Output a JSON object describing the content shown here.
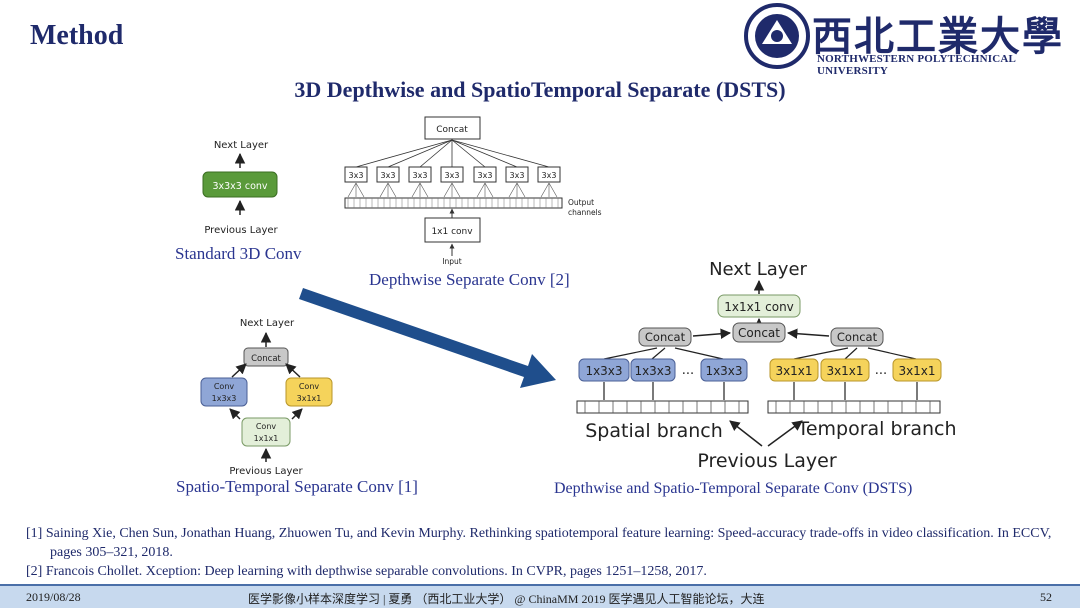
{
  "header": {
    "heading": "Method",
    "university_cn": "西北工業大學",
    "university_en": "NORTHWESTERN POLYTECHNICAL UNIVERSITY"
  },
  "title": "3D Depthwise and SpatioTemporal Separate (DSTS)",
  "diagrams": {
    "standard": {
      "next": "Next Layer",
      "conv": "3x3x3 conv",
      "prev": "Previous Layer",
      "caption": "Standard 3D Conv"
    },
    "depthwise": {
      "concat": "Concat",
      "kernel": "3x3",
      "output": "Output",
      "channels": "channels",
      "pointwise": "1x1 conv",
      "input": "Input",
      "caption": "Depthwise Separate Conv [2]"
    },
    "spatiotemporal": {
      "next": "Next Layer",
      "concat": "Concat",
      "conv": "Conv",
      "k_spatial": "1x3x3",
      "k_temporal": "3x1x1",
      "k_point": "1x1x1",
      "prev": "Previous Layer",
      "caption": "Spatio-Temporal Separate Conv [1]"
    },
    "dsts": {
      "next": "Next Layer",
      "pointwise": "1x1x1 conv",
      "concat": "Concat",
      "k_spatial": "1x3x3",
      "k_temporal": "3x1x1",
      "dots": "...",
      "spatial_branch": "Spatial branch",
      "temporal_branch": "Temporal branch",
      "prev": "Previous Layer",
      "caption": "Depthwise and Spatio-Temporal Separate Conv (DSTS)"
    }
  },
  "references": [
    "[1] Saining Xie, Chen Sun, Jonathan Huang, Zhuowen Tu, and Kevin Murphy. Rethinking spatiotemporal feature learning: Speed-accuracy trade-offs in video classification. In ECCV, pages 305–321, 2018.",
    "[2] Francois Chollet. Xception: Deep learning with depthwise separable convolutions. In CVPR, pages 1251–1258, 2017."
  ],
  "footer": {
    "date": "2019/08/28",
    "center": "医学影像小样本深度学习 | 夏勇 （西北工业大学） @ ChinaMM 2019 医学遇见人工智能论坛，大连",
    "page": "52"
  },
  "colors": {
    "navy": "#1f2a6b",
    "green_conv": "#5a9a3a",
    "blue_conv": "#8fa6d6",
    "yellow_conv": "#f5d35b",
    "light_green": "#e3efd9",
    "gray_concat": "#c8c8c8",
    "arrow_blue": "#1f4e8c"
  }
}
